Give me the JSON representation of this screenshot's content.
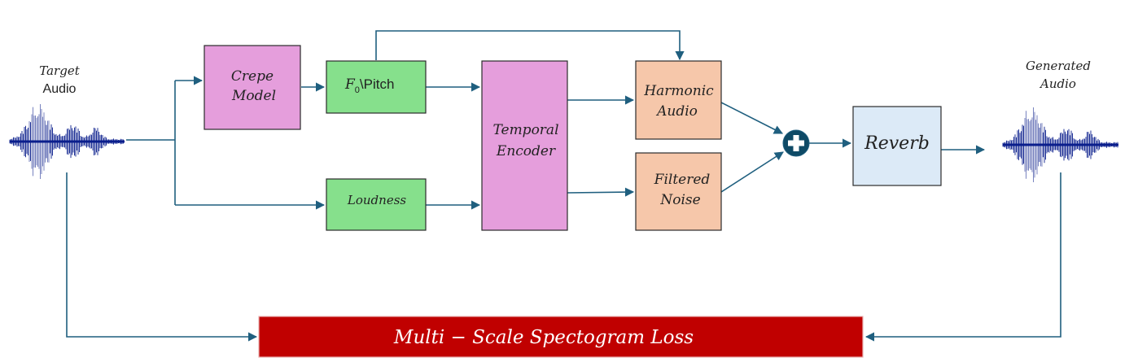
{
  "labels": {
    "target_audio_line1": "Target",
    "target_audio_line2": "Audio",
    "generated_audio_line1": "Generated",
    "generated_audio_line2": "Audio"
  },
  "blocks": {
    "crepe_line1": "Crepe",
    "crepe_line2": "Model",
    "pitch_symbol": "F",
    "pitch_subscript": "0",
    "pitch_rest": "\\Pitch",
    "loudness": "Loudness",
    "temporal_line1": "Temporal",
    "temporal_line2": "Encoder",
    "harmonic_line1": "Harmonic",
    "harmonic_line2": "Audio",
    "noise_line1": "Filtered",
    "noise_line2": "Noise",
    "reverb": "Reverb",
    "loss": "Multi − Scale Spectogram Loss"
  },
  "colors": {
    "arrow": "#1f5f7f",
    "crepe_fill": "#e59edc",
    "pitch_fill": "#86e08c",
    "synth_fill": "#f6c7aa",
    "reverb_fill": "#dceaf7",
    "loss_fill": "#c00000",
    "waveform": "#0a1e8c",
    "adder": "#0e4a66"
  },
  "icons": {
    "adder": "plus-circle-icon",
    "waveform": "audio-waveform-icon"
  }
}
